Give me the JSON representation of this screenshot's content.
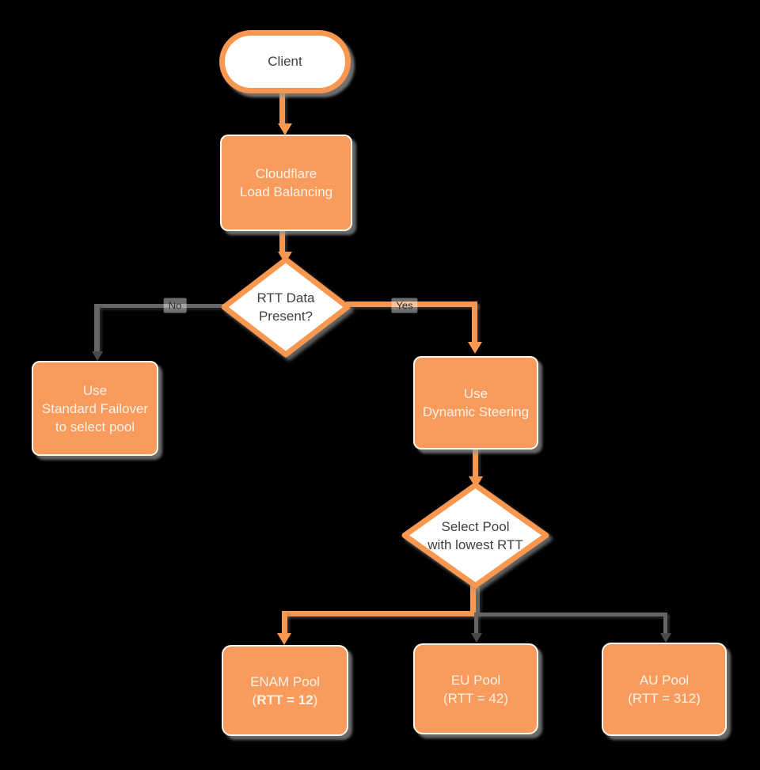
{
  "diagram": {
    "type": "flowchart",
    "background_color": "#000000",
    "accent_orange_fill": "#F89B5C",
    "accent_orange_line": "#F79750",
    "connector_gray": "#666666",
    "text_dark": "#3F3F3F",
    "text_on_orange": "#FCF2E8"
  },
  "nodes": {
    "client": {
      "label": "Client"
    },
    "load_balancer": {
      "line1": "Cloudflare",
      "line2": "Load Balancing"
    },
    "rtt_decision": {
      "line1": "RTT Data",
      "line2": "Present?"
    },
    "standard_failover": {
      "line1": "Use",
      "line2": "Standard Failover",
      "line3": "to select pool"
    },
    "dynamic_steering": {
      "line1": "Use",
      "line2": "Dynamic Steering"
    },
    "select_pool": {
      "line1": "Select Pool",
      "line2": "with lowest RTT"
    },
    "enam_pool": {
      "line1": "ENAM Pool",
      "paren_open": "(",
      "rtt_bold": "RTT = 12",
      "paren_close": ")"
    },
    "eu_pool": {
      "line1": "EU Pool",
      "line2": "(RTT = 42)"
    },
    "au_pool": {
      "line1": "AU Pool",
      "line2": "(RTT = 312)"
    }
  },
  "edges": {
    "no_label": "No",
    "yes_label": "Yes"
  }
}
